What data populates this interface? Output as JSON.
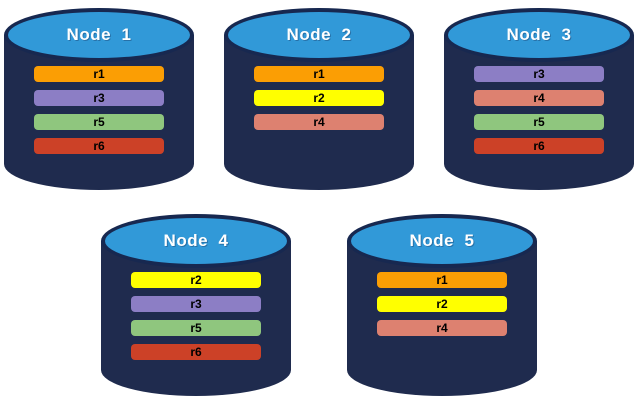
{
  "diagram": {
    "background": "#FFFFFF",
    "cylinder_body_color": "#1F2B4E",
    "cylinder_top_color": "#3199D8",
    "cylinder_outline_color": "#172850",
    "title_text_color": "#FFFFFF",
    "bar_text_color": "#000000"
  },
  "replica_palette": {
    "r1": "#FB9E04",
    "r2": "#FFFF00",
    "r3": "#8C7EC5",
    "r4": "#DD8170",
    "r5": "#8FC67E",
    "r6": "#CC4127"
  },
  "nodes": [
    {
      "title": "Node  1",
      "replicas": [
        {
          "label": "r1",
          "color": "#FB9E04"
        },
        {
          "label": "r3",
          "color": "#8C7EC5"
        },
        {
          "label": "r5",
          "color": "#8FC67E"
        },
        {
          "label": "r6",
          "color": "#CC4127"
        }
      ]
    },
    {
      "title": "Node  2",
      "replicas": [
        {
          "label": "r1",
          "color": "#FB9E04"
        },
        {
          "label": "r2",
          "color": "#FFFF00"
        },
        {
          "label": "r4",
          "color": "#DD8170"
        }
      ]
    },
    {
      "title": "Node  3",
      "replicas": [
        {
          "label": "r3",
          "color": "#8C7EC5"
        },
        {
          "label": "r4",
          "color": "#DD8170"
        },
        {
          "label": "r5",
          "color": "#8FC67E"
        },
        {
          "label": "r6",
          "color": "#CC4127"
        }
      ]
    },
    {
      "title": "Node  4",
      "replicas": [
        {
          "label": "r2",
          "color": "#FFFF00"
        },
        {
          "label": "r3",
          "color": "#8C7EC5"
        },
        {
          "label": "r5",
          "color": "#8FC67E"
        },
        {
          "label": "r6",
          "color": "#CC4127"
        }
      ]
    },
    {
      "title": "Node  5",
      "replicas": [
        {
          "label": "r1",
          "color": "#FB9E04"
        },
        {
          "label": "r2",
          "color": "#FFFF00"
        },
        {
          "label": "r4",
          "color": "#DD8170"
        }
      ]
    }
  ]
}
